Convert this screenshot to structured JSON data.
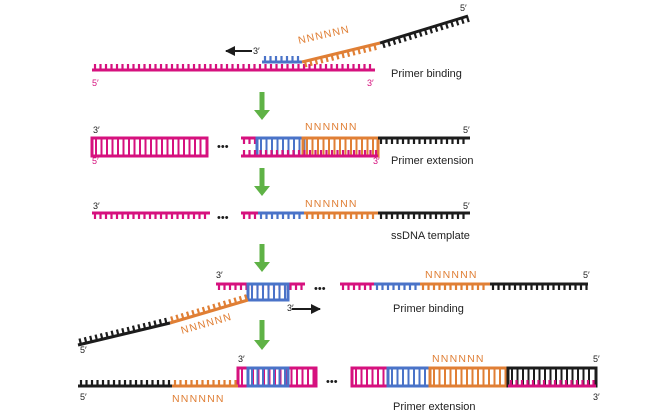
{
  "colors": {
    "pink": "#d6117e",
    "blue": "#4a73c8",
    "orange": "#e07f35",
    "black": "#1c1c1c",
    "green": "#5fb246"
  },
  "labels": {
    "primer_binding": "Primer binding",
    "primer_extension": "Primer extension",
    "ssdna_template": "ssDNA template"
  },
  "random_primer": "NNNNNN",
  "ends": {
    "three": "3′",
    "five": "5′"
  },
  "ellipsis": "•••"
}
